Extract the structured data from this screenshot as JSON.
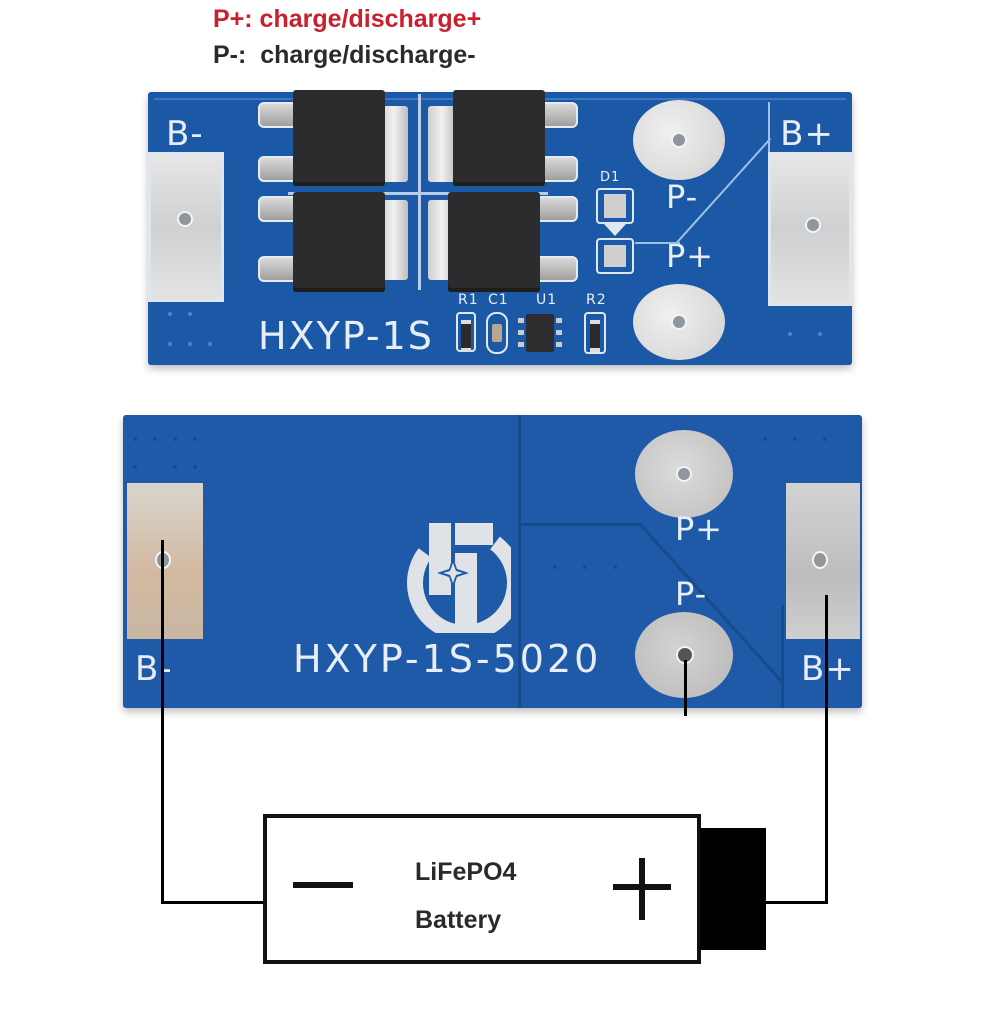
{
  "legend": {
    "p_plus": "P+: charge/discharge+",
    "p_minus": "P-:  charge/discharge-",
    "colors": {
      "p_plus": "#c8202e",
      "p_minus": "#2a2a2a"
    }
  },
  "top_board": {
    "model": "HXYP-1S",
    "labels": {
      "b_minus": "B-",
      "b_plus": "B+",
      "p_minus": "P-",
      "p_plus": "P+"
    },
    "components": {
      "d1": "D1",
      "r1": "R1",
      "c1": "C1",
      "u1": "U1",
      "r2": "R2"
    },
    "mosfet_count": 4,
    "pcb_color": "#1b58a6"
  },
  "bottom_board": {
    "model": "HXYP-1S-5020",
    "labels": {
      "b_minus": "B-",
      "b_plus": "B+",
      "p_minus": "P-",
      "p_plus": "P+"
    },
    "logo": "hxyp-logo",
    "pcb_color": "#1f5aa8"
  },
  "battery": {
    "chemistry": "LiFePO4",
    "label": "Battery",
    "negative_symbol": "−",
    "positive_symbol": "+"
  },
  "wiring": {
    "b_minus_to": "battery-negative",
    "b_plus_to": "battery-positive"
  }
}
